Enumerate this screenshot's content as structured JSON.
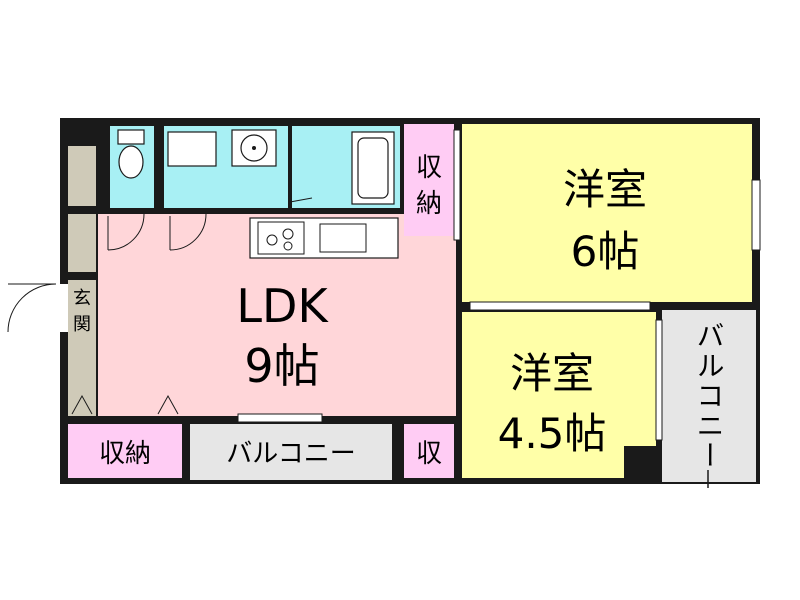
{
  "floor_plan": {
    "rooms": {
      "ldk": {
        "name": "LDK",
        "size": "9帖"
      },
      "western_6": {
        "name": "洋室",
        "size": "6帖"
      },
      "western_45": {
        "name": "洋室",
        "size": "4.5帖"
      },
      "storage_top": {
        "line1": "収",
        "line2": "納"
      },
      "storage_bottom": {
        "label": "収納"
      },
      "storage_small": {
        "label": "収"
      },
      "balcony_bottom": {
        "label": "バルコニー"
      },
      "balcony_right": {
        "label": "バルコニー"
      },
      "entrance": {
        "line1": "玄",
        "line2": "関"
      }
    },
    "colors": {
      "ldk": "#ffd6d9",
      "western": "#ffffa8",
      "wet_area": "#a8f0f4",
      "storage": "#ffccf4",
      "balcony": "#e6e6e6",
      "wall": "#1a1a1a",
      "pillar": "#cfcab8"
    }
  }
}
